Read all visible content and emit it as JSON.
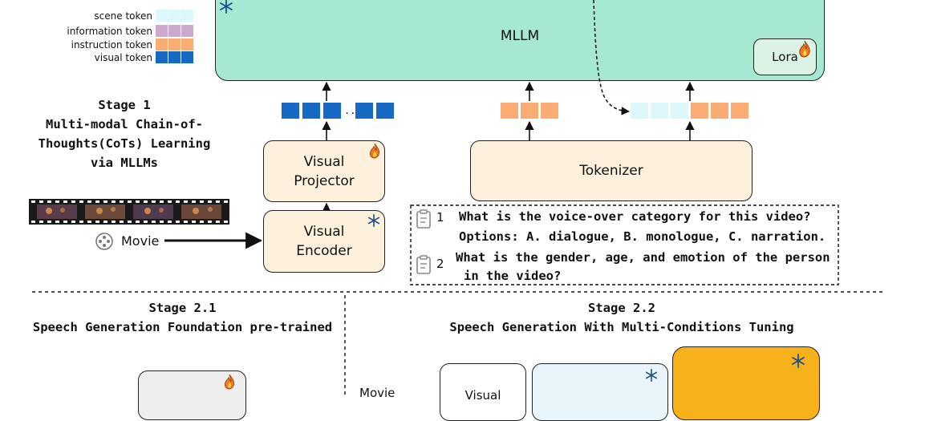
{
  "legend": [
    {
      "label": "scene token",
      "color": "#dcf8fb"
    },
    {
      "label": "information token",
      "color": "#cda8cf"
    },
    {
      "label": "instruction token",
      "color": "#f9ad75"
    },
    {
      "label": "visual token",
      "color": "#1769c4"
    }
  ],
  "mllm": {
    "label": "MLLM",
    "lora_label": "Lora"
  },
  "visual_projector": {
    "label_line1": "Visual",
    "label_line2": "Projector"
  },
  "visual_encoder": {
    "label_line1": "Visual",
    "label_line2": "Encoder"
  },
  "tokenizer": {
    "label": "Tokenizer"
  },
  "stage1": {
    "line1": "Stage 1",
    "line2": "Multi-modal Chain-of-",
    "line3": "Thoughts(CoTs) Learning",
    "line4": "via MLLMs"
  },
  "movie_label": "Movie",
  "visual_dots": "...",
  "questions": [
    {
      "num": "1",
      "line1": "What is the voice-over category for this video?",
      "line2": "Options: A. dialogue, B. monologue, C. narration."
    },
    {
      "num": "2",
      "line1": "What is the gender, age, and emotion of the person",
      "line2": "in the video?"
    }
  ],
  "stage21": {
    "line1": "Stage 2.1",
    "line2": "Speech Generation Foundation pre-trained"
  },
  "stage22": {
    "line1": "Stage 2.2",
    "line2": "Speech Generation With Multi-Conditions Tuning"
  },
  "bottom": {
    "movie_label": "Movie",
    "visual_label": "Visual"
  },
  "colors": {
    "mllm": "#a6e8d1",
    "cream": "#fdf0dc",
    "orange": "#f7b21b",
    "light_blue": "#eaf5fb",
    "grey": "#eeeeee"
  }
}
